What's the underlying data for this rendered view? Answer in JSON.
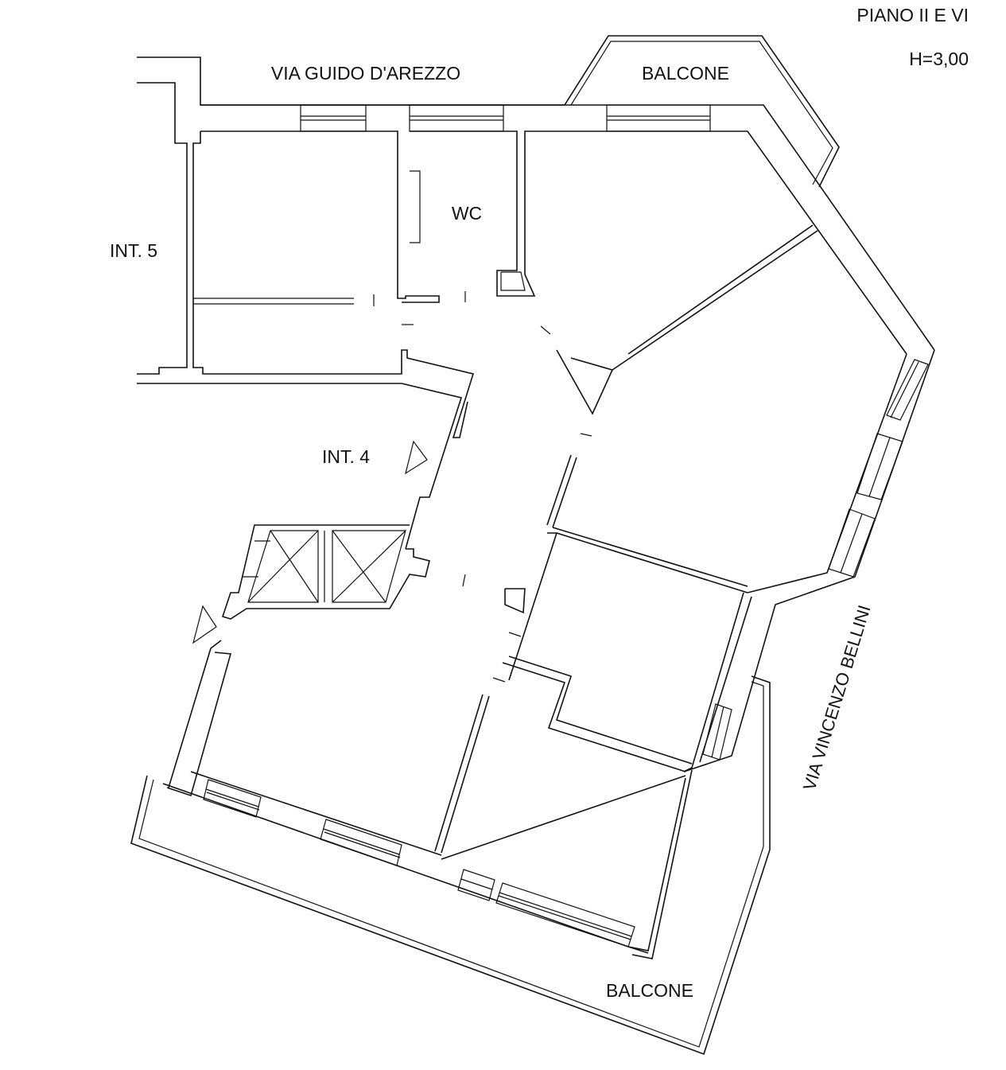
{
  "header": {
    "floor_label": "PIANO II E VI",
    "height_label": "H=3,00"
  },
  "labels": {
    "street_top": "VIA GUIDO D'AREZZO",
    "street_right": "VIA VINCENZO BELLINI",
    "balcony_top": "BALCONE",
    "balcony_bottom": "BALCONE",
    "wc": "WC",
    "unit_5": "INT. 5",
    "unit_4": "INT. 4"
  }
}
